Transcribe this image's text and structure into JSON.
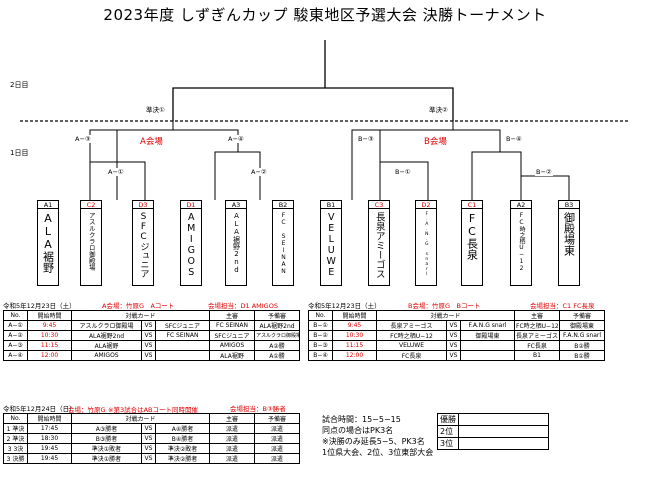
{
  "title": "2023年度 しずぎんカップ 駿東地区予選大会 決勝トーナメント",
  "day2_label": "2日目",
  "day1_label": "1日目",
  "semis": {
    "left": "準決①",
    "right": "準決②"
  },
  "venues": {
    "a": "A会場",
    "b": "B会場"
  },
  "rounds": {
    "a3": "A−③",
    "a4": "A−④",
    "b3": "B−③",
    "b4": "B−④",
    "a1": "A−①",
    "a2": "A−②",
    "b1": "B−①",
    "b2": "B−②"
  },
  "slots": [
    {
      "code": "A1",
      "name": "ALA裾野",
      "red": false
    },
    {
      "code": "C2",
      "name": "アスルクラロ御殿場",
      "red": true
    },
    {
      "code": "D3",
      "name": "SFCジュニア",
      "red": true
    },
    {
      "code": "D1",
      "name": "AMIGOS",
      "red": true
    },
    {
      "code": "A3",
      "name": "ALA裾野2nd",
      "red": false
    },
    {
      "code": "B2",
      "name": "FC SEINAN",
      "red": false
    },
    {
      "code": "B1",
      "name": "VELUWE",
      "red": false
    },
    {
      "code": "C3",
      "name": "長泉アミーゴス",
      "red": true
    },
    {
      "code": "D2",
      "name": "F.A.N.G snarl",
      "red": true
    },
    {
      "code": "C1",
      "name": "FC長泉",
      "red": true
    },
    {
      "code": "A2",
      "name": "FC時之栖U−12",
      "red": false
    },
    {
      "code": "B3",
      "name": "御殿場東",
      "red": false
    }
  ],
  "schedule_a": {
    "date": "令和5年12月23日（土）",
    "venue": "A会場：竹原G　Aコート",
    "duty": "会場担当：D1 AMIGOS",
    "headers": [
      "No.",
      "開始時間",
      "対戦カード",
      "主審",
      "予備審"
    ],
    "rows": [
      {
        "no": "A−①",
        "time": "9:45",
        "home": "アスルクラロ御殿場",
        "vs": "VS",
        "away": "SFCジュニア",
        "referee": "FC SEINAN",
        "reserve": "ALA裾野2nd"
      },
      {
        "no": "A−②",
        "time": "10:30",
        "home": "ALA裾野2nd",
        "vs": "VS",
        "away": "FC SEINAN",
        "referee": "SFCジュニア",
        "reserve": "アスルクラロ御殿場"
      },
      {
        "no": "A−③",
        "time": "11:15",
        "home": "ALA裾野",
        "vs": "VS",
        "away": "",
        "referee": "AMIGOS",
        "reserve": "A②勝"
      },
      {
        "no": "A−④",
        "time": "12:00",
        "home": "AMIGOS",
        "vs": "VS",
        "away": "",
        "referee": "ALA裾野",
        "reserve": "A①勝"
      }
    ]
  },
  "schedule_b": {
    "date": "令和5年12月23日（土）",
    "venue": "B会場：竹原G　Bコート",
    "duty": "会場担当：C1 FC長泉",
    "headers": [
      "No.",
      "開始時間",
      "対戦カード",
      "主審",
      "予備審"
    ],
    "rows": [
      {
        "no": "B−①",
        "time": "9:45",
        "home": "長泉アミーゴス",
        "vs": "VS",
        "away": "F.A.N.G snarl",
        "referee": "FC時之栖U−12",
        "reserve": "御殿場東"
      },
      {
        "no": "B−②",
        "time": "10:30",
        "home": "FC時之栖U−12",
        "vs": "VS",
        "away": "御殿場東",
        "referee": "長泉アミーゴス",
        "reserve": "F.A.N.G snarl"
      },
      {
        "no": "B−③",
        "time": "11:15",
        "home": "VELUWE",
        "vs": "VS",
        "away": "",
        "referee": "FC長泉",
        "reserve": "B②勝"
      },
      {
        "no": "B−④",
        "time": "12:00",
        "home": "FC長泉",
        "vs": "VS",
        "away": "",
        "referee": "B1",
        "reserve": "B①勝"
      }
    ]
  },
  "schedule_final": {
    "date": "令和5年12月24日（日）",
    "venue": "会場：竹原G",
    "note": "※第3試合はABコート同時開催",
    "duty": "会場担当：B③勝者",
    "headers": [
      "No.",
      "開始時間",
      "対戦カード",
      "主審",
      "予備審"
    ],
    "rows": [
      {
        "no": "1 準決",
        "time": "17:45",
        "home": "A③勝者",
        "vs": "VS",
        "away": "A④勝者",
        "referee": "派遣",
        "reserve": "派遣"
      },
      {
        "no": "2 準決",
        "time": "18:30",
        "home": "B③勝者",
        "vs": "VS",
        "away": "B④勝者",
        "referee": "派遣",
        "reserve": "派遣"
      },
      {
        "no": "3 3決",
        "time": "19:45",
        "home": "準決①敗者",
        "vs": "VS",
        "away": "準決②敗者",
        "referee": "派遣",
        "reserve": "派遣"
      },
      {
        "no": "3 決勝",
        "time": "19:45",
        "home": "準決①勝者",
        "vs": "VS",
        "away": "準決②勝者",
        "referee": "派遣",
        "reserve": "派遣"
      }
    ]
  },
  "rules": [
    "試合時間：15−5−15",
    "同点の場合はPK3名",
    "※決勝のみ延長5−5、PK3名",
    "1位県大会、2位、3位東部大会"
  ],
  "podium": [
    "優勝",
    "2位",
    "3位"
  ]
}
